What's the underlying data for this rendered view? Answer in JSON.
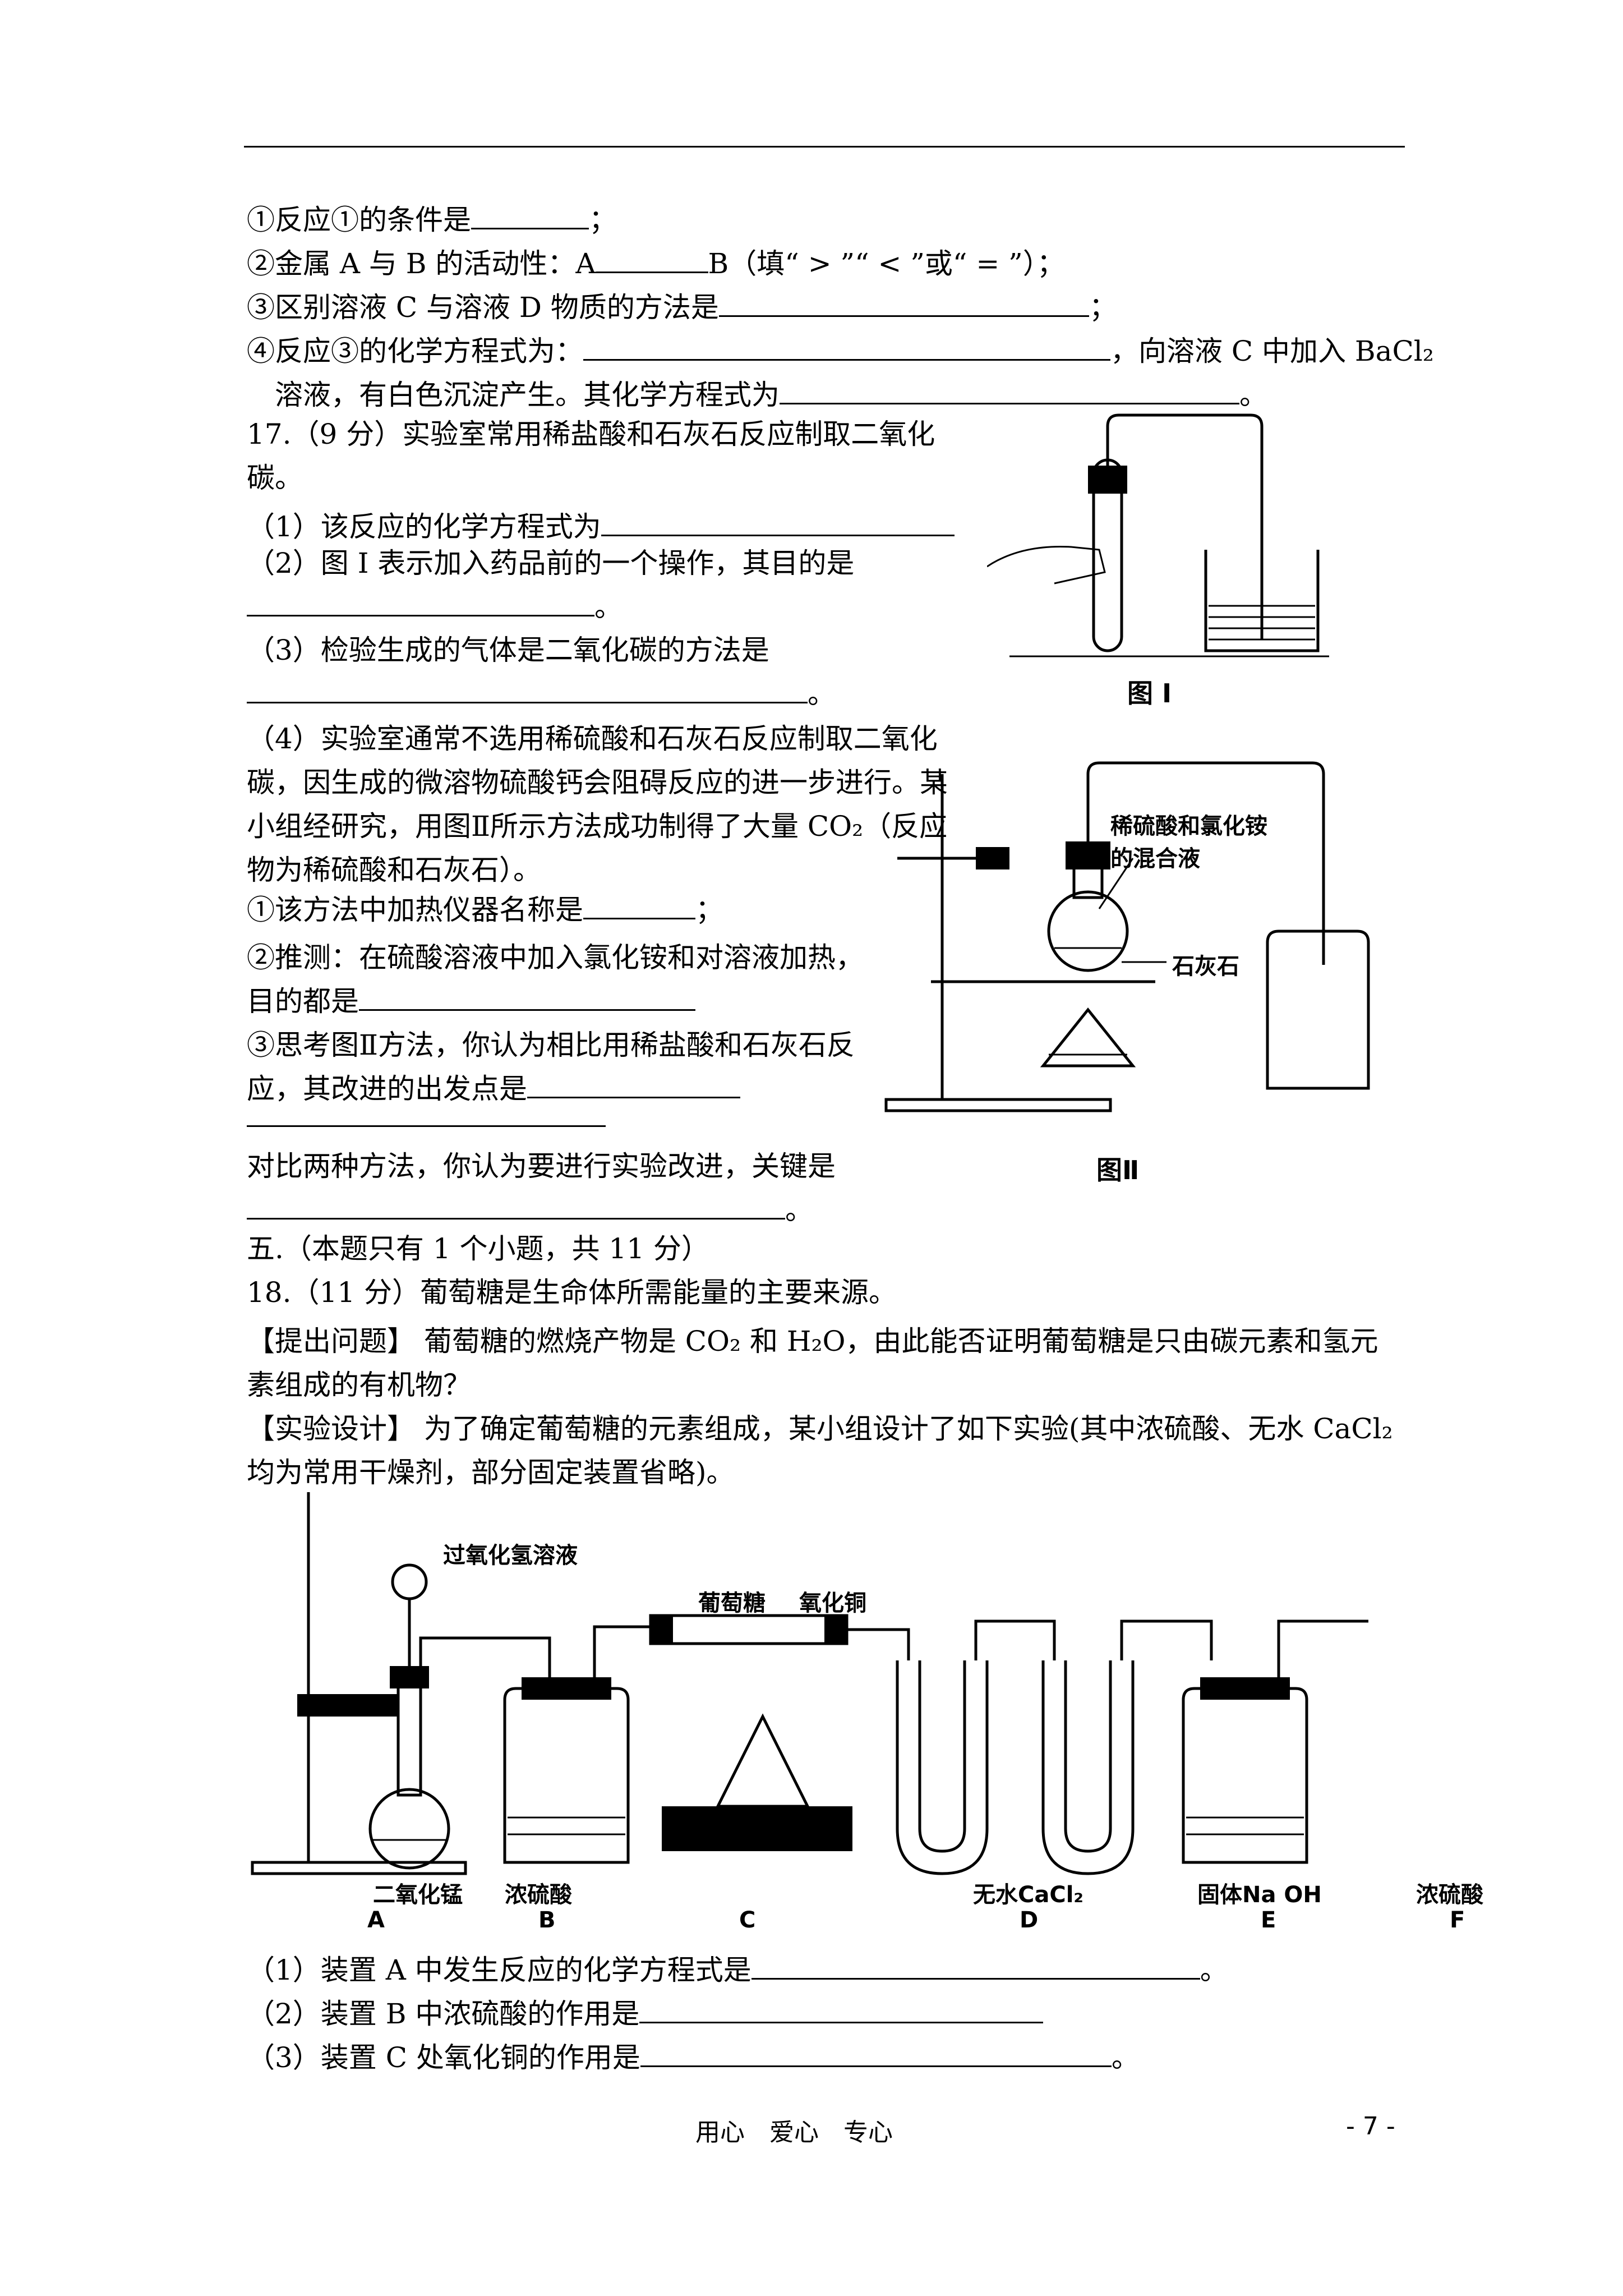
{
  "q16": {
    "l1": "①反应①的条件是",
    "l1_end": "；",
    "l2a": "②金属 A 与 B 的活动性：A",
    "l2b": "B（填“ > ”“ < ”或“ = ”）；",
    "l3": "③区别溶液 C 与溶液 D 物质的方法是",
    "l3_end": "；",
    "l4a": "④反应③的化学方程式为：",
    "l4b": "，向溶液 C 中加入 BaCl₂",
    "l5a": "溶液，有白色沉淀产生。其化学方程式为",
    "l5_end": "。"
  },
  "q17": {
    "intro": "17.（9 分）实验室常用稀盐酸和石灰石反应制取二氧化碳。",
    "p1": "（1）该反应的化学方程式为",
    "p2a": "（2）图 I 表示加入药品前的一个操作，其目的是",
    "p2_end": "。",
    "p3a": "（3）检验生成的气体是二氧化碳的方法是",
    "p3_end": "。",
    "p4": "（4）实验室通常不选用稀硫酸和石灰石反应制取二氧化碳，因生成的微溶物硫酸钙会阻碍反应的进一步进行。某小组经研究，用图Ⅱ所示方法成功制得了大量 CO₂（反应物为稀硫酸和石灰石）。",
    "s1a": "①该方法中加热仪器名称是",
    "s1_end": "；",
    "s2a": "②推测：在硫酸溶液中加入氯化铵和对溶液加热，目的都是",
    "s3a": "③思考图Ⅱ方法，你认为相比用稀盐酸和石灰石反应，其改进的出发点是",
    "s4a": "对比两种方法，你认为要进行实验改进，关键是",
    "s4_end": "。",
    "fig1_label": "图 I",
    "fig2_label": "图Ⅱ",
    "fig2_mix": "稀硫酸和氯化铵的混合液",
    "fig2_stone": "石灰石"
  },
  "sec5": {
    "title": "五.（本题只有 1 个小题，共 11 分）"
  },
  "q18": {
    "intro": "18.（11 分）葡萄糖是生命体所需能量的主要来源。",
    "ask_tag": "【提出问题】",
    "ask": " 葡萄糖的燃烧产物是 CO₂ 和 H₂O，由此能否证明葡萄糖是只由碳元素和氢元素组成的有机物？",
    "design_tag": "【实验设计】",
    "design": " 为了确定葡萄糖的元素组成，某小组设计了如下实验(其中浓硫酸、无水 CaCl₂ 均为常用干燥剂，部分固定装置省略)。",
    "fig": {
      "h2o2": "过氧化氢溶液",
      "glucose": "葡萄糖",
      "cuo": "氧化铜",
      "a_label": "二氧化锰",
      "b_label": "浓硫酸",
      "d_label": "无水CaCl₂",
      "e_label": "固体Na OH",
      "f_label": "浓硫酸",
      "letters": [
        "A",
        "B",
        "C",
        "D",
        "E",
        "F"
      ]
    },
    "p1": "（1）装置 A 中发生反应的化学方程式是",
    "p1_end": "。",
    "p2": "（2）装置 B 中浓硫酸的作用是",
    "p3": "（3）装置 C 处氧化铜的作用是",
    "p3_end": "。"
  },
  "footer": {
    "motto": "用心　爱心　专心",
    "page": "- 7 -"
  }
}
